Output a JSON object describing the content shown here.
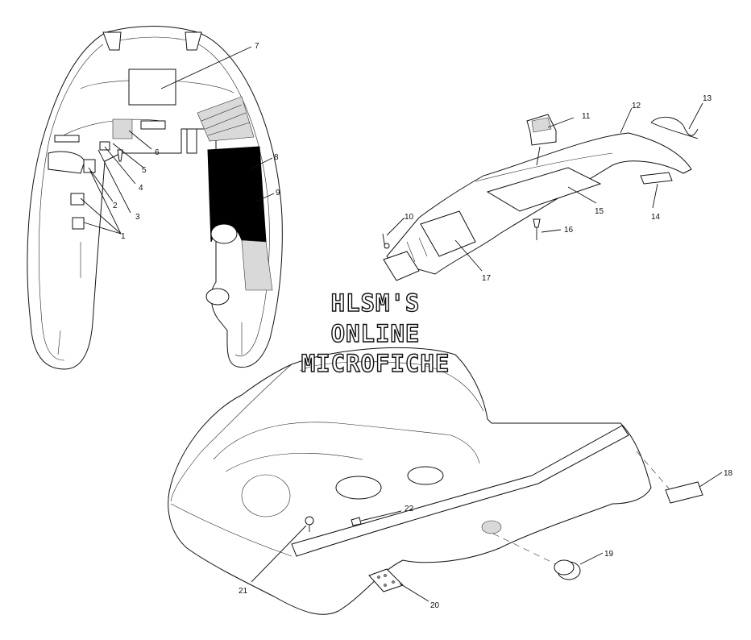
{
  "diagram": {
    "watermark": {
      "lines": [
        "HLSM'S",
        "ONLINE",
        "MICROFICHE"
      ]
    },
    "callouts": [
      "1",
      "2",
      "3",
      "4",
      "5",
      "6",
      "7",
      "8",
      "9",
      "10",
      "11",
      "12",
      "13",
      "14",
      "15",
      "16",
      "17",
      "18",
      "19",
      "20",
      "21",
      "22"
    ]
  }
}
